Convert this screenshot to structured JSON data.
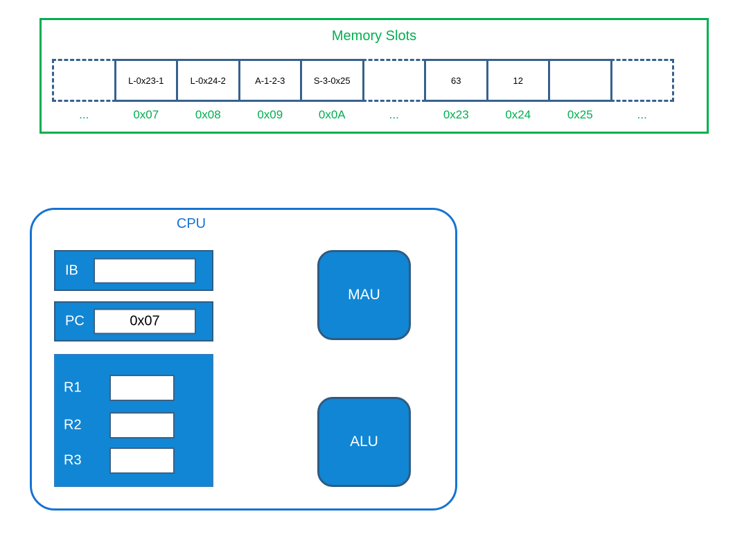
{
  "colors": {
    "memory_green": "#00AF50",
    "cell_border_blue": "#36618E",
    "block_fill_blue": "#1186D4",
    "block_border_slate": "#2F5B83",
    "cpu_border_blue": "#1673D2"
  },
  "memory": {
    "title": "Memory Slots",
    "cells": [
      {
        "value": "",
        "address": "...",
        "dashed": true
      },
      {
        "value": "L-0x23-1",
        "address": "0x07",
        "dashed": false
      },
      {
        "value": "L-0x24-2",
        "address": "0x08",
        "dashed": false
      },
      {
        "value": "A-1-2-3",
        "address": "0x09",
        "dashed": false
      },
      {
        "value": "S-3-0x25",
        "address": "0x0A",
        "dashed": false
      },
      {
        "value": "",
        "address": "...",
        "dashed": true
      },
      {
        "value": "63",
        "address": "0x23",
        "dashed": false
      },
      {
        "value": "12",
        "address": "0x24",
        "dashed": false
      },
      {
        "value": "",
        "address": "0x25",
        "dashed": false
      },
      {
        "value": "",
        "address": "...",
        "dashed": true
      }
    ]
  },
  "cpu": {
    "title": "CPU",
    "ib": {
      "label": "IB",
      "value": ""
    },
    "pc": {
      "label": "PC",
      "value": "0x07"
    },
    "registers": [
      {
        "label": "R1",
        "value": ""
      },
      {
        "label": "R2",
        "value": ""
      },
      {
        "label": "R3",
        "value": ""
      }
    ],
    "mau": {
      "label": "MAU"
    },
    "alu": {
      "label": "ALU"
    }
  }
}
